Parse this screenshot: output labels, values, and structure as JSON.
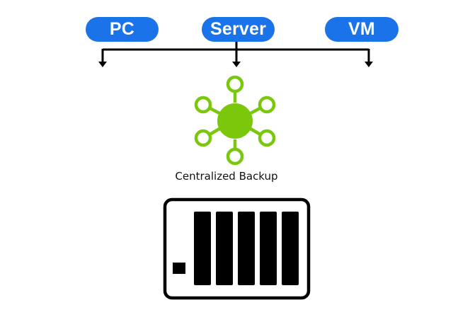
{
  "sources": [
    {
      "label": "PC"
    },
    {
      "label": "Server"
    },
    {
      "label": "VM"
    }
  ],
  "hub": {
    "label": "Centralized Backup",
    "icon": "network-hub-icon",
    "color": "#7ac70c"
  },
  "storage": {
    "icon": "nas-storage-icon",
    "drive_bays": 5
  },
  "colors": {
    "pill": "#1a73e8",
    "pill_text": "#ffffff",
    "connector": "#000000"
  }
}
